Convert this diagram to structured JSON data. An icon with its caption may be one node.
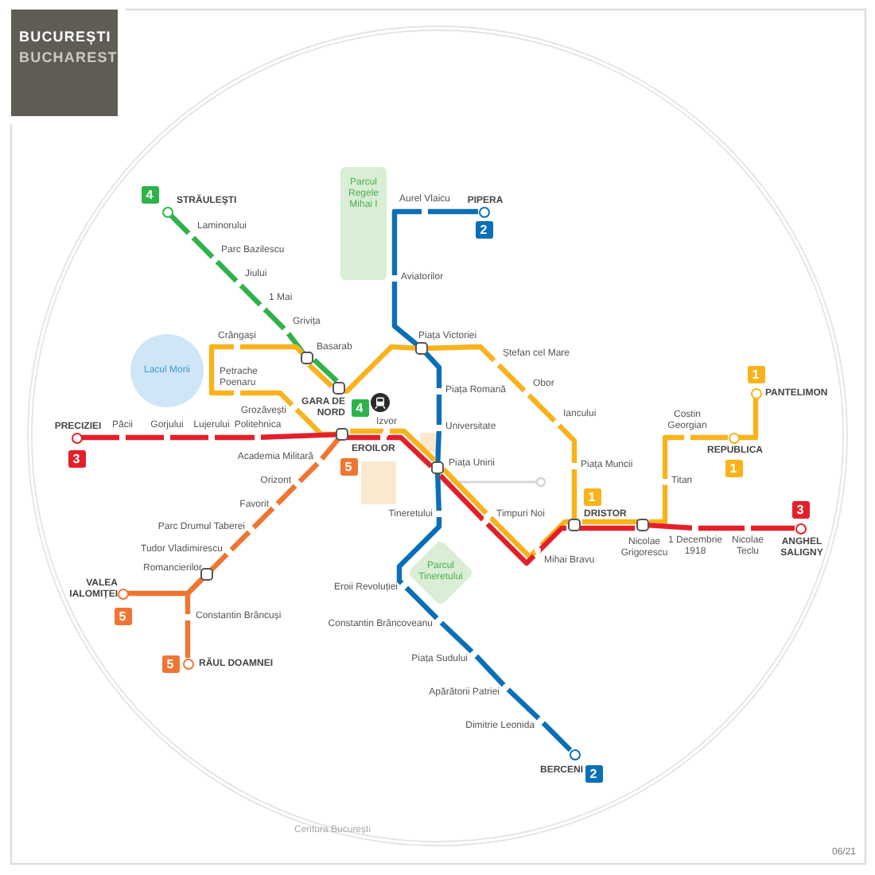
{
  "diagram": {
    "nodes": [
      {
        "text": [
          "Parcul Regele Mihai I"
        ]
      },
      {
        "text": [
          "Lacul Morii"
        ]
      },
      {
        "text": [
          "Parcul Tineretului"
        ]
      },
      {
        "text": [
          "STRĂULEȘTI"
        ]
      },
      {
        "text": [
          "Laminorului"
        ]
      },
      {
        "text": [
          "Parc Bazilescu"
        ]
      },
      {
        "text": [
          "Jiului"
        ]
      },
      {
        "text": [
          "1 Mai"
        ]
      },
      {
        "text": [
          "Grivița"
        ]
      },
      {
        "text": [
          "Basarab"
        ]
      },
      {
        "text": [
          "GARA DE NORD"
        ]
      },
      {
        "text": [
          "Aurel Vlaicu"
        ]
      },
      {
        "text": [
          "PIPERA"
        ]
      },
      {
        "text": [
          "Aviatorilor"
        ]
      },
      {
        "text": [
          "Piața Victoriei"
        ]
      },
      {
        "text": [
          "Crângași"
        ]
      },
      {
        "text": [
          "Ștefan cel Mare"
        ]
      },
      {
        "text": [
          "Obor"
        ]
      },
      {
        "text": [
          "Piața Romană"
        ]
      },
      {
        "text": [
          "Iancului"
        ]
      },
      {
        "text": [
          "Petrache Poenaru"
        ]
      },
      {
        "text": [
          "Grozăvești"
        ]
      },
      {
        "text": [
          "Universitate"
        ]
      },
      {
        "text": [
          "Izvor"
        ]
      },
      {
        "text": [
          "PRECIZIEI"
        ]
      },
      {
        "text": [
          "Păcii"
        ]
      },
      {
        "text": [
          "Gorjului"
        ]
      },
      {
        "text": [
          "Lujerului"
        ]
      },
      {
        "text": [
          "Politehnica"
        ]
      },
      {
        "text": [
          "EROILOR"
        ]
      },
      {
        "text": [
          "PANTELIMON"
        ]
      },
      {
        "text": [
          "Costin Georgian"
        ]
      },
      {
        "text": [
          "REPUBLICA"
        ]
      },
      {
        "text": [
          "Piața Unirii"
        ]
      },
      {
        "text": [
          "Academia Militară"
        ]
      },
      {
        "text": [
          "Piața Muncii"
        ]
      },
      {
        "text": [
          "Titan"
        ]
      },
      {
        "text": [
          "Orizont"
        ]
      },
      {
        "text": [
          "Tineretului"
        ]
      },
      {
        "text": [
          "Favorit"
        ]
      },
      {
        "text": [
          "Timpuri Noi"
        ]
      },
      {
        "text": [
          "DRISTOR"
        ]
      },
      {
        "text": [
          "Nicolae Grigorescu"
        ]
      },
      {
        "text": [
          "1 Decembrie 1918"
        ]
      },
      {
        "text": [
          "Nicolae Teclu"
        ]
      },
      {
        "text": [
          "ANGHEL SALIGNY"
        ]
      },
      {
        "text": [
          "Parc Drumul Taberei"
        ]
      },
      {
        "text": [
          "Mihai Bravu"
        ]
      },
      {
        "text": [
          "Tudor Vladimirescu"
        ]
      },
      {
        "text": [
          "Romancierilor"
        ]
      },
      {
        "text": [
          "Eroii Revoluției"
        ]
      },
      {
        "text": [
          "VALEA IALOMIȚEI"
        ]
      },
      {
        "text": [
          "Constantin Brâncuși"
        ]
      },
      {
        "text": [
          "Constantin Brâncoveanu"
        ]
      },
      {
        "text": [
          "Piața Sudului"
        ]
      },
      {
        "text": [
          "RĂUL DOAMNEI"
        ]
      },
      {
        "text": [
          "Apărătorii Patriei"
        ]
      },
      {
        "text": [
          "Dimitrie Leonida"
        ]
      },
      {
        "text": [
          "BERCENI"
        ]
      }
    ],
    "edges": [
      {
        "from": 3,
        "to": 4,
        "arrow": "none",
        "color": "#2db34a"
      },
      {
        "from": 4,
        "to": 5,
        "arrow": "none",
        "color": "#2db34a"
      },
      {
        "from": 5,
        "to": 6,
        "arrow": "none",
        "color": "#2db34a"
      },
      {
        "from": 6,
        "to": 7,
        "arrow": "none",
        "color": "#2db34a"
      },
      {
        "from": 7,
        "to": 8,
        "arrow": "none",
        "color": "#2db34a"
      },
      {
        "from": 8,
        "to": 9,
        "arrow": "none",
        "color": "#2db34a"
      },
      {
        "from": 9,
        "to": 10,
        "arrow": "none",
        "color": "#2db34a"
      },
      {
        "from": 12,
        "to": 11,
        "arrow": "none",
        "color": "#0b6fb8"
      },
      {
        "from": 11,
        "to": 13,
        "arrow": "none",
        "color": "#0b6fb8"
      },
      {
        "from": 13,
        "to": 14,
        "arrow": "none",
        "color": "#0b6fb8"
      },
      {
        "from": 14,
        "to": 18,
        "arrow": "none",
        "color": "#0b6fb8"
      },
      {
        "from": 18,
        "to": 22,
        "arrow": "none",
        "color": "#0b6fb8"
      },
      {
        "from": 22,
        "to": 33,
        "arrow": "none",
        "color": "#0b6fb8"
      },
      {
        "from": 33,
        "to": 38,
        "arrow": "none",
        "color": "#0b6fb8"
      },
      {
        "from": 38,
        "to": 50,
        "arrow": "none",
        "color": "#0b6fb8"
      },
      {
        "from": 50,
        "to": 53,
        "arrow": "none",
        "color": "#0b6fb8"
      },
      {
        "from": 53,
        "to": 54,
        "arrow": "none",
        "color": "#0b6fb8"
      },
      {
        "from": 54,
        "to": 56,
        "arrow": "none",
        "color": "#0b6fb8"
      },
      {
        "from": 56,
        "to": 57,
        "arrow": "none",
        "color": "#0b6fb8"
      },
      {
        "from": 57,
        "to": 58,
        "arrow": "none",
        "color": "#0b6fb8"
      },
      {
        "from": 30,
        "to": 32,
        "arrow": "none"
      },
      {
        "from": 32,
        "to": 31,
        "arrow": "none"
      },
      {
        "from": 31,
        "to": 36,
        "arrow": "none"
      },
      {
        "from": 36,
        "to": 42,
        "arrow": "none"
      },
      {
        "from": 42,
        "to": 41,
        "arrow": "none"
      },
      {
        "from": 41,
        "to": 47,
        "arrow": "none"
      },
      {
        "from": 47,
        "to": 40,
        "arrow": "none"
      },
      {
        "from": 40,
        "to": 33,
        "arrow": "none"
      },
      {
        "from": 33,
        "to": 23,
        "arrow": "none"
      },
      {
        "from": 23,
        "to": 29,
        "arrow": "none"
      },
      {
        "from": 29,
        "to": 21,
        "arrow": "none"
      },
      {
        "from": 21,
        "to": 20,
        "arrow": "none"
      },
      {
        "from": 20,
        "to": 15,
        "arrow": "none"
      },
      {
        "from": 15,
        "to": 9,
        "arrow": "none"
      },
      {
        "from": 9,
        "to": 10,
        "arrow": "none"
      },
      {
        "from": 10,
        "to": 14,
        "arrow": "none"
      },
      {
        "from": 14,
        "to": 16,
        "arrow": "none"
      },
      {
        "from": 16,
        "to": 17,
        "arrow": "none"
      },
      {
        "from": 17,
        "to": 19,
        "arrow": "none"
      },
      {
        "from": 19,
        "to": 35,
        "arrow": "none"
      },
      {
        "from": 35,
        "to": 41,
        "arrow": "none"
      },
      {
        "from": 24,
        "to": 25,
        "arrow": "none",
        "color": "#e3202a"
      },
      {
        "from": 25,
        "to": 26,
        "arrow": "none",
        "color": "#e3202a"
      },
      {
        "from": 26,
        "to": 27,
        "arrow": "none",
        "color": "#e3202a"
      },
      {
        "from": 27,
        "to": 28,
        "arrow": "none",
        "color": "#e3202a"
      },
      {
        "from": 28,
        "to": 29,
        "arrow": "none",
        "color": "#e3202a"
      },
      {
        "from": 29,
        "to": 23,
        "arrow": "none",
        "color": "#e3202a"
      },
      {
        "from": 23,
        "to": 33,
        "arrow": "none",
        "color": "#e3202a"
      },
      {
        "from": 33,
        "to": 40,
        "arrow": "none",
        "color": "#e3202a"
      },
      {
        "from": 40,
        "to": 47,
        "arrow": "none",
        "color": "#e3202a"
      },
      {
        "from": 47,
        "to": 41,
        "arrow": "none",
        "color": "#e3202a"
      },
      {
        "from": 41,
        "to": 42,
        "arrow": "none",
        "color": "#e3202a"
      },
      {
        "from": 42,
        "to": 43,
        "arrow": "none",
        "color": "#e3202a"
      },
      {
        "from": 43,
        "to": 44,
        "arrow": "none",
        "color": "#e3202a"
      },
      {
        "from": 44,
        "to": 45,
        "arrow": "none",
        "color": "#e3202a"
      },
      {
        "from": 29,
        "to": 34,
        "arrow": "none",
        "color": "#f07532"
      },
      {
        "from": 34,
        "to": 37,
        "arrow": "none",
        "color": "#f07532"
      },
      {
        "from": 37,
        "to": 39,
        "arrow": "none",
        "color": "#f07532"
      },
      {
        "from": 39,
        "to": 46,
        "arrow": "none",
        "color": "#f07532"
      },
      {
        "from": 46,
        "to": 48,
        "arrow": "none",
        "color": "#f07532"
      },
      {
        "from": 48,
        "to": 49,
        "arrow": "none",
        "color": "#f07532"
      },
      {
        "from": 49,
        "to": 51,
        "arrow": "none",
        "color": "#f07532"
      },
      {
        "from": 49,
        "to": 52,
        "arrow": "none",
        "color": "#f07532"
      },
      {
        "from": 52,
        "to": 55,
        "arrow": "none",
        "color": "#f07532"
      }
    ],
    "labels": [
      "BUCUREȘTI",
      "BUCHAREST",
      "4",
      "2",
      "1",
      "4",
      "3",
      "5",
      "1",
      "1",
      "3",
      "5",
      "5",
      "2",
      "Centura București",
      "06/21"
    ]
  }
}
